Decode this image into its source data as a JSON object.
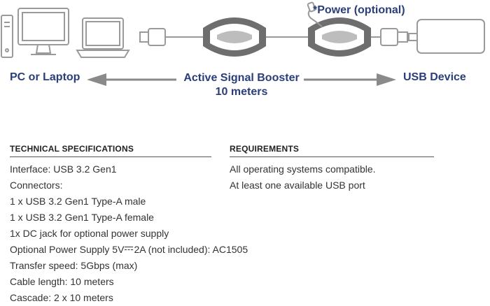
{
  "diagram": {
    "left_label": "PC or Laptop",
    "center_label_line1": "Active Signal Booster",
    "center_label_line2": "10 meters",
    "right_label": "USB Device",
    "power_label": "*Power (optional)"
  },
  "specs": {
    "heading": "TECHNICAL SPECIFICATIONS",
    "lines": [
      "Interface: USB 3.2 Gen1",
      "Connectors:",
      "1 x USB 3.2 Gen1 Type-A male",
      "1 x USB 3.2 Gen1 Type-A female",
      "1x DC jack for optional power supply"
    ],
    "power_prefix": "Optional Power Supply 5V",
    "power_suffix": "2A (not included): AC1505",
    "lines_after": [
      "Transfer speed: 5Gbps (max)",
      "Cable length: 10 meters",
      "Cascade: 2 x 10 meters"
    ]
  },
  "requirements": {
    "heading": "REQUIREMENTS",
    "lines": [
      "All operating systems compatible.",
      "At least one available USB port"
    ]
  },
  "colors": {
    "label_blue": "#2a3f7a",
    "device_gray": "#9a9a9a",
    "arrow_gray": "#8a8a8a"
  }
}
